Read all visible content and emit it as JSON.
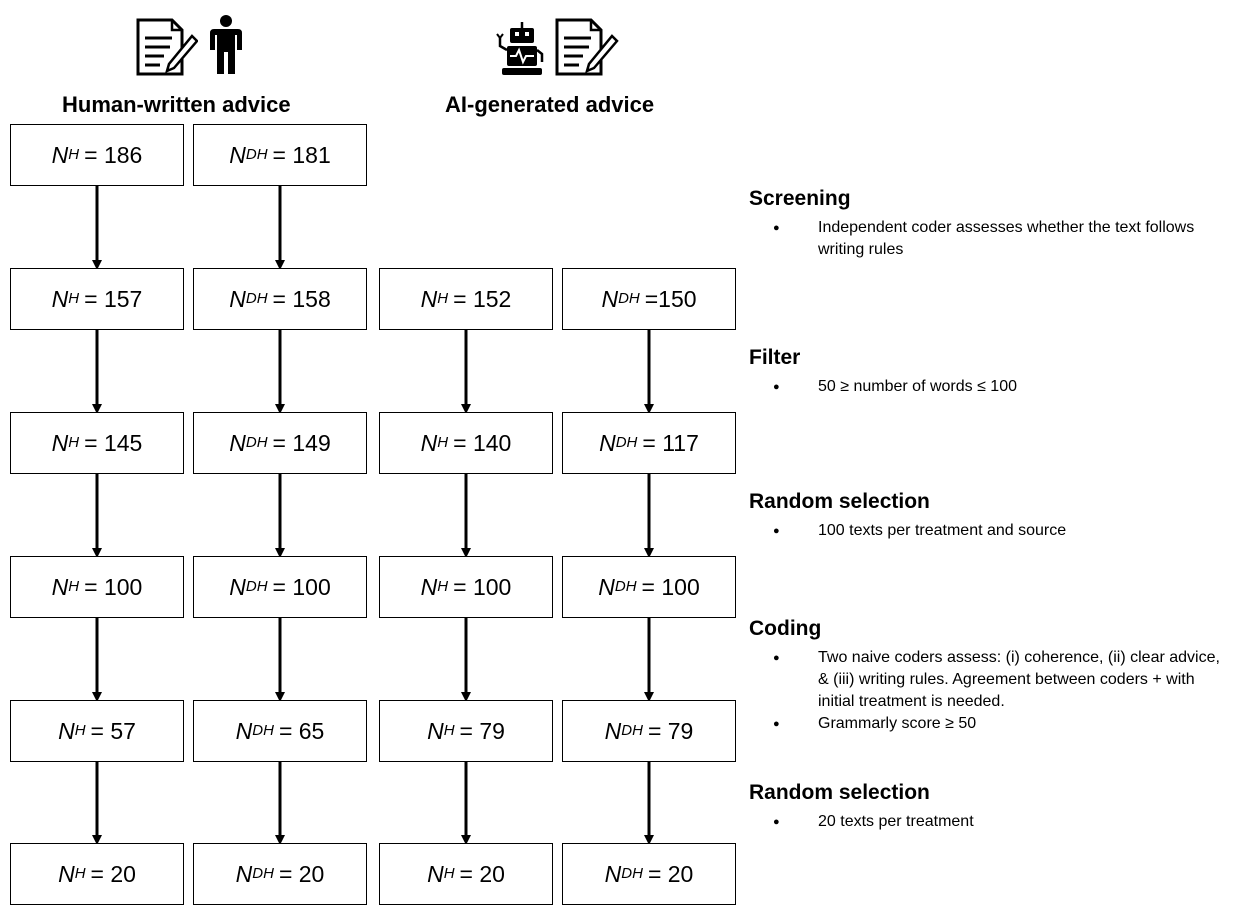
{
  "groups": {
    "human": "Human-written advice",
    "ai": "AI-generated advice"
  },
  "icons": [
    "document-pen-icon",
    "person-icon",
    "robot-icon",
    "document-pen-icon"
  ],
  "boxes": [
    {
      "sym": "N",
      "sub": "H",
      "eq": "= 186"
    },
    {
      "sym": "N",
      "sub": "DH",
      "eq": "= 181"
    },
    {
      "sym": "N",
      "sub": "H",
      "eq": "= 157"
    },
    {
      "sym": "N",
      "sub": "DH",
      "eq": "= 158"
    },
    {
      "sym": "N",
      "sub": "H",
      "eq": "= 152"
    },
    {
      "sym": "N",
      "sub": "DH",
      "eq": "=150"
    },
    {
      "sym": "N",
      "sub": "H",
      "eq": "= 145"
    },
    {
      "sym": "N",
      "sub": "DH",
      "eq": "= 149"
    },
    {
      "sym": "N",
      "sub": "H",
      "eq": "= 140"
    },
    {
      "sym": "N",
      "sub": "DH",
      "eq": "= 117"
    },
    {
      "sym": "N",
      "sub": "H",
      "eq": "= 100"
    },
    {
      "sym": "N",
      "sub": "DH",
      "eq": "= 100"
    },
    {
      "sym": "N",
      "sub": "H",
      "eq": "= 100"
    },
    {
      "sym": "N",
      "sub": "DH",
      "eq": "= 100"
    },
    {
      "sym": "N",
      "sub": "H",
      "eq": "= 57"
    },
    {
      "sym": "N",
      "sub": "DH",
      "eq": "= 65"
    },
    {
      "sym": "N",
      "sub": "H",
      "eq": "= 79"
    },
    {
      "sym": "N",
      "sub": "DH",
      "eq": "= 79"
    },
    {
      "sym": "N",
      "sub": "H",
      "eq": "= 20"
    },
    {
      "sym": "N",
      "sub": "DH",
      "eq": "= 20"
    },
    {
      "sym": "N",
      "sub": "H",
      "eq": "= 20"
    },
    {
      "sym": "N",
      "sub": "DH",
      "eq": "= 20"
    }
  ],
  "steps": [
    {
      "title": "Screening",
      "bullets": [
        "Independent coder assesses whether the text follows writing rules"
      ]
    },
    {
      "title": "Filter",
      "bullets": [
        "50 ≥ number of words ≤ 100"
      ]
    },
    {
      "title": "Random selection",
      "bullets": [
        "100 texts per treatment and source"
      ]
    },
    {
      "title": "Coding",
      "bullets": [
        "Two naive coders assess: (i) coherence, (ii) clear advice, & (iii) writing rules. Agreement between coders + with initial treatment is needed.",
        "Grammarly score ≥ 50"
      ]
    },
    {
      "title": "Random selection",
      "bullets": [
        "20 texts per treatment"
      ]
    }
  ]
}
